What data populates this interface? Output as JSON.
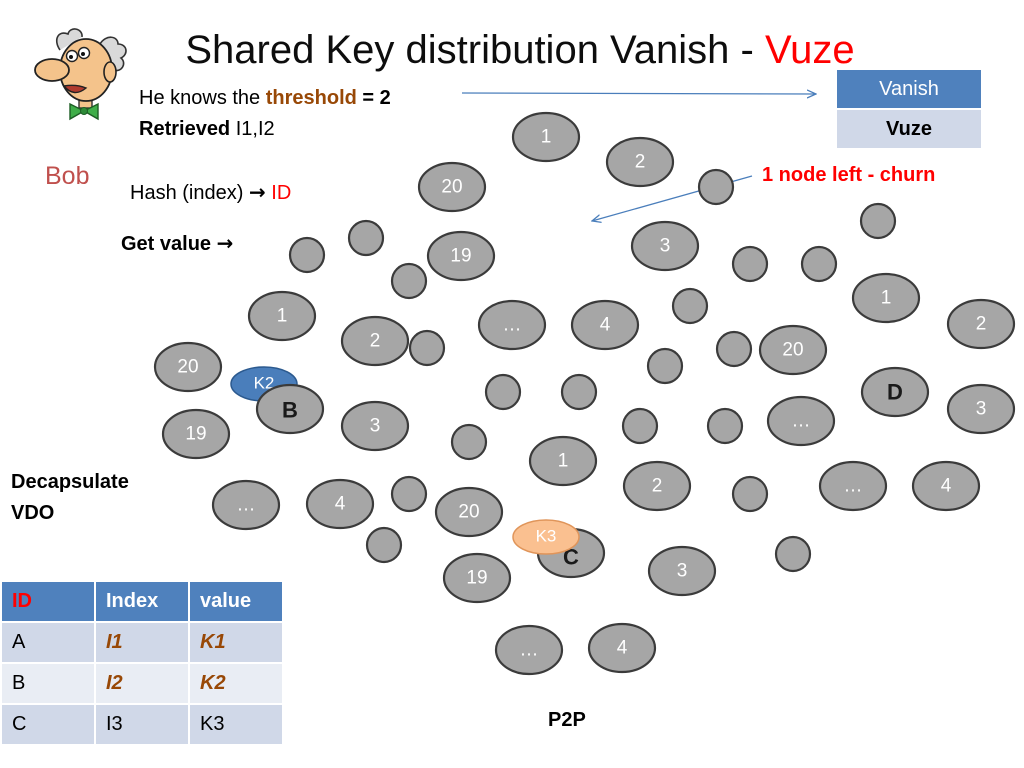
{
  "title": {
    "text": "Shared Key distribution Vanish -",
    "highlight": "Vuze"
  },
  "bob": {
    "name": "Bob"
  },
  "knowledge": {
    "line1_prefix": "He knows the",
    "line1_keyword": "threshold",
    "line1_suffix": "= 2",
    "line2_label": "Retrieved",
    "line2_value": "I1,I2"
  },
  "hash_step": {
    "text": "Hash (index)",
    "arrow": "→",
    "result": "ID"
  },
  "get_value_step": {
    "text": "Get value",
    "arrow": "→"
  },
  "decapsulate_step": {
    "line1": "Decapsulate",
    "line2": "VDO"
  },
  "churn_note": "1 node left - churn",
  "system_box": {
    "header": "Vanish",
    "row": "Vuze"
  },
  "network": {
    "label": "P2P",
    "nodes": [
      "1",
      "2",
      "20",
      "19",
      "3",
      "1",
      "2",
      "1",
      "2",
      "…",
      "4",
      "20",
      "20",
      "D",
      "3",
      "B",
      "3",
      "…",
      "19",
      "1",
      "2",
      "…",
      "4",
      "…",
      "4",
      "20",
      "C",
      "3",
      "19",
      "…",
      "4"
    ],
    "keys": [
      "K2",
      "K3"
    ]
  },
  "share_table": {
    "columns": [
      "ID",
      "Index",
      "value"
    ],
    "rows": [
      {
        "id": "A",
        "index": "I1",
        "value": "K1",
        "highlighted": true
      },
      {
        "id": "B",
        "index": "I2",
        "value": "K2",
        "highlighted": true
      },
      {
        "id": "C",
        "index": "I3",
        "value": "K3",
        "highlighted": false
      }
    ]
  },
  "colors": {
    "accent_blue": "#4f81bd",
    "highlight_red": "#ff0000",
    "keyword_brown": "#984806",
    "name_red": "#c0504d",
    "node_gray": "#a6a6a6",
    "key_blue": "#4a7ebb",
    "key_peach": "#fac090",
    "table_band_dark": "#d0d8e8",
    "table_band_light": "#e9edf4"
  }
}
